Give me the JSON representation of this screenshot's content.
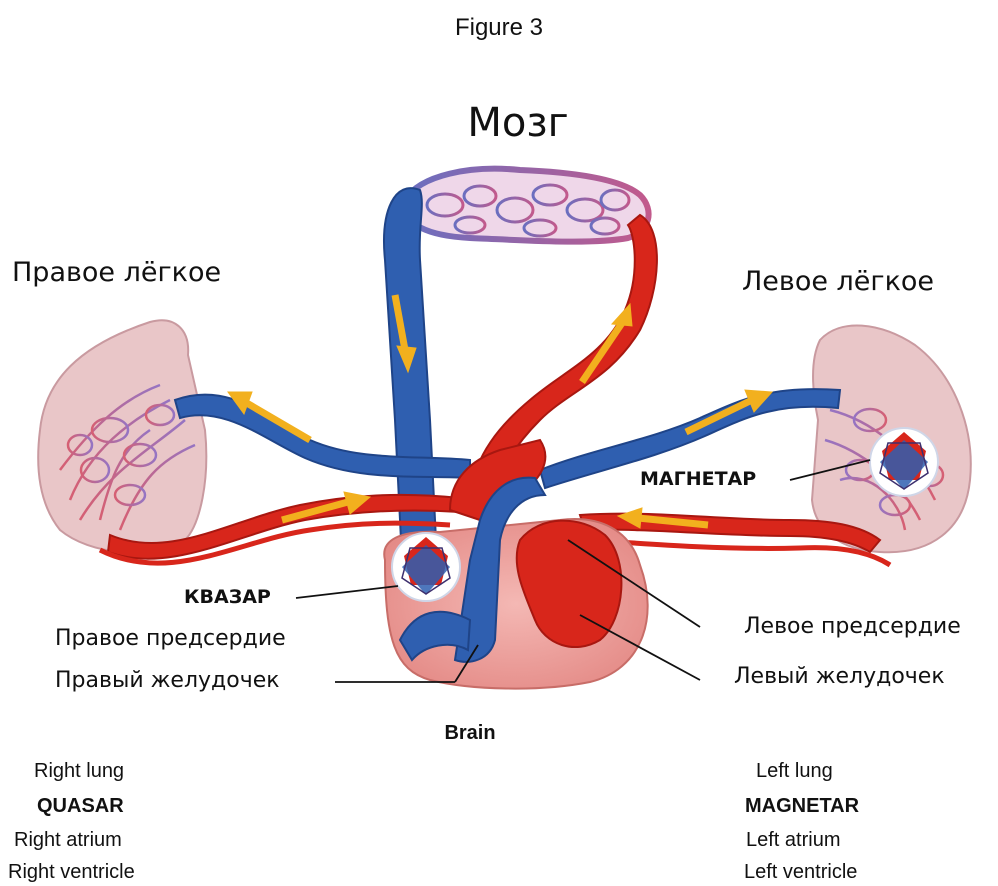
{
  "figure_title": "Figure 3",
  "russian_labels": {
    "brain": "Мозг",
    "right_lung": "Правое лёгкое",
    "left_lung": "Левое лёгкое",
    "quasar": "КВАЗАР",
    "magnetar": "МАГНЕТАР",
    "right_atrium": "Правое предсердие",
    "right_ventricle": "Правый желудочек",
    "left_atrium": "Левое предсердие",
    "left_ventricle": "Левый желудочек"
  },
  "english_labels": {
    "brain": "Brain",
    "right_lung": "Right lung",
    "left_lung": "Left lung",
    "quasar": "QUASAR",
    "magnetar": "MAGNETAR",
    "right_atrium": "Right atrium",
    "left_atrium": "Left atrium",
    "right_ventricle": "Right ventricle",
    "left_ventricle": "Left ventricle"
  },
  "colors": {
    "vein_blue": "#2f5fb0",
    "artery_red": "#d8261b",
    "flow_arrow": "#f2b01e",
    "lung_pink": "#e8c3c6",
    "capillary_purple": "#9b64b4"
  }
}
